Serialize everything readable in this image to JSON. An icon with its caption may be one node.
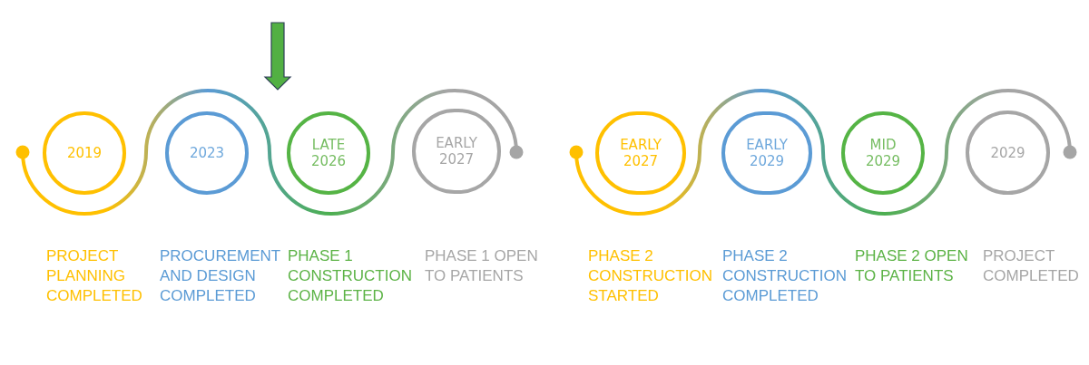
{
  "diagram": {
    "nodes": [
      {
        "text": [
          "2019"
        ],
        "beside": [
          "PROJECT PLANNING COMPLETED"
        ]
      },
      {
        "text": [
          "2023"
        ],
        "beside": [
          "PROCUREMENT AND DESIGN COMPLETED"
        ]
      },
      {
        "text": [
          "LATE 2026"
        ],
        "beside": [
          "PHASE 1 CONSTRUCTION COMPLETED"
        ]
      },
      {
        "text": [
          "EARLY 2027"
        ],
        "beside": [
          "PHASE 1 OPEN TO PATIENTS"
        ]
      },
      {
        "text": [
          "EARLY 2027"
        ],
        "beside": [
          "PHASE 2 CONSTRUCTION STARTED"
        ]
      },
      {
        "text": [
          "EARLY 2029"
        ],
        "beside": [
          "PHASE 2 CONSTRUCTION COMPLETED"
        ]
      },
      {
        "text": [
          "MID 2029"
        ],
        "beside": [
          "PHASE 2 OPEN TO PATIENTS"
        ]
      },
      {
        "text": [
          "2029"
        ],
        "beside": [
          "PROJECT COMPLETED"
        ]
      }
    ]
  }
}
